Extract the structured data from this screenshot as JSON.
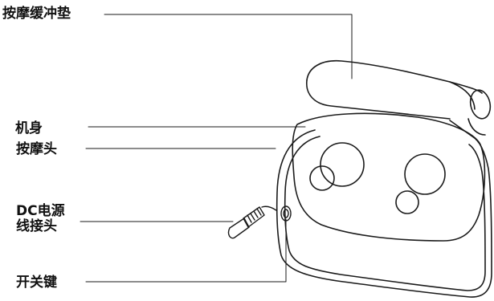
{
  "labels": {
    "cushion": "按摩缓冲垫",
    "body": "机身",
    "massage_head": "按摩头",
    "dc_line1": "DC电源",
    "dc_line2": "线接头",
    "switch": "开关键"
  }
}
